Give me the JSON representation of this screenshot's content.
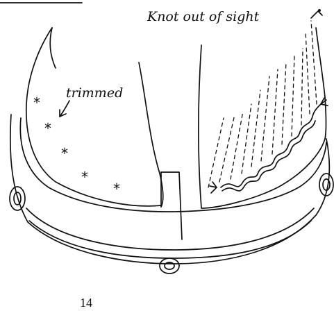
{
  "labels": {
    "knot": "Knot out of sight",
    "trimmed": "trimmed",
    "page_number": "14"
  },
  "colors": {
    "ink": "#111111",
    "paper": "#ffffff"
  }
}
